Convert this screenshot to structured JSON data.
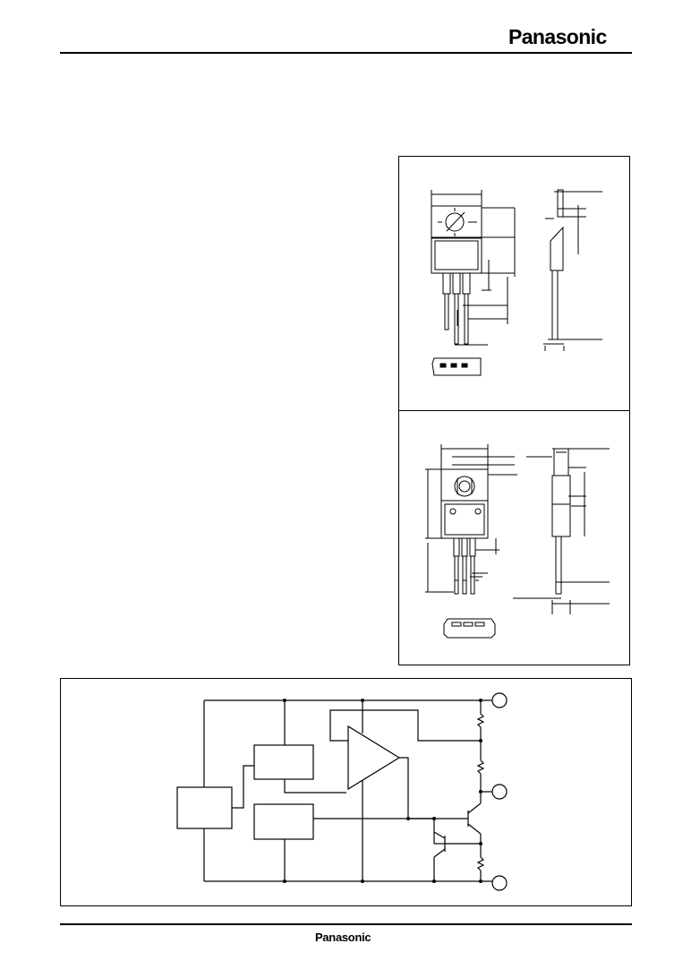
{
  "header": {
    "brand": "Panasonic"
  },
  "footer": {
    "brand": "Panasonic"
  },
  "colors": {
    "ink": "#000000",
    "paper": "#ffffff"
  },
  "packages": [
    {
      "id": "package-1"
    },
    {
      "id": "package-2"
    }
  ],
  "circuit": {
    "terminals": 3,
    "resistors": 3,
    "transistors": 2
  }
}
